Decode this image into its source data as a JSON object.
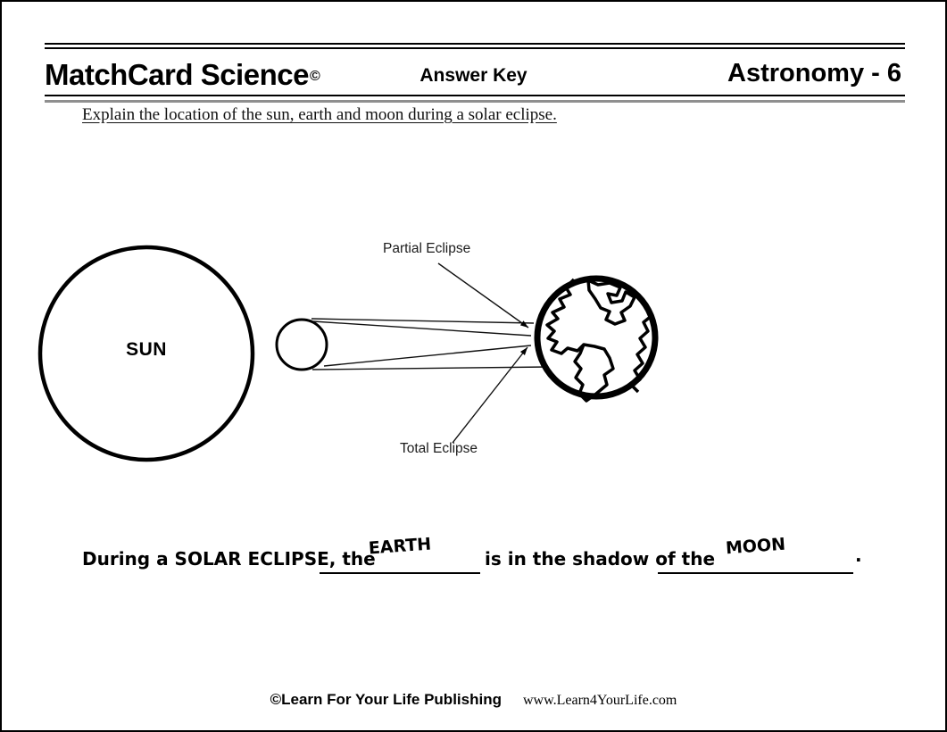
{
  "header": {
    "brand": "MatchCard Science",
    "copyright": "©",
    "center": "Answer Key",
    "right": "Astronomy - 6"
  },
  "instruction": "Explain the location of  the sun, earth and moon during a solar eclipse.",
  "diagram": {
    "sun_label": "SUN",
    "partial_label": "Partial Eclipse",
    "total_label": "Total Eclipse"
  },
  "sentence": {
    "prefix": "During a SOLAR ECLIPSE,  the",
    "answer_1": "EARTH",
    "middle": "is in the shadow of the",
    "answer_2": "MOON",
    "suffix": "."
  },
  "footer": {
    "publisher": "©Learn For Your Life Publishing",
    "website": "www.Learn4YourLife.com"
  },
  "colors": {
    "ink": "#000000",
    "rule_gray": "#8f8f8f",
    "background": "#ffffff"
  }
}
